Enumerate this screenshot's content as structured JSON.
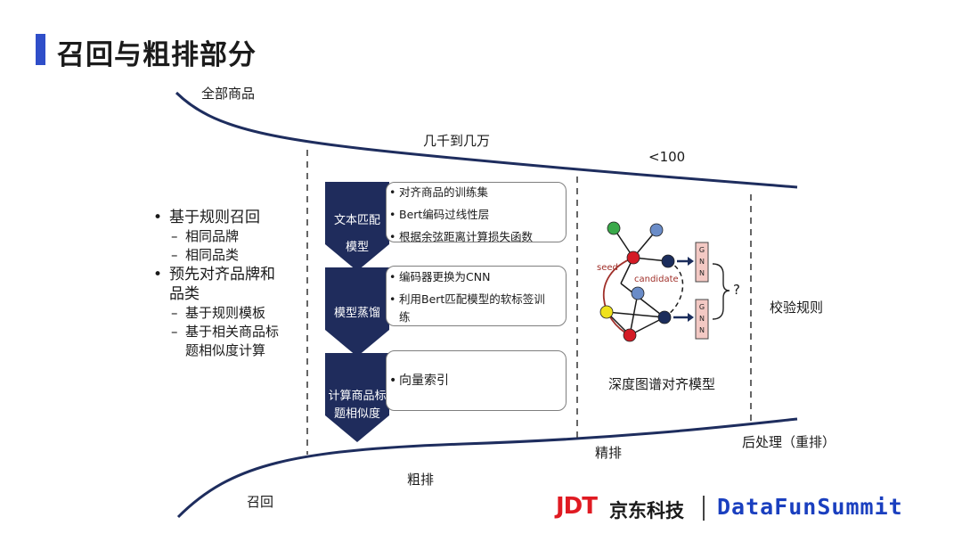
{
  "title": "召回与粗排部分",
  "funnel_labels": {
    "all_goods": "全部商品",
    "thousands": "几千到几万",
    "under100": "<100",
    "recall": "召回",
    "coarse": "粗排",
    "fine": "精排",
    "post": "后处理（重排）"
  },
  "left_list": {
    "item1": "基于规则召回",
    "item1_sub1": "相同品牌",
    "item1_sub2": "相同品类",
    "item2_line1": "预先对齐品牌和",
    "item2_line2": "品类",
    "item2_sub1": "基于规则模板",
    "item2_sub2_line1": "基于相关商品标",
    "item2_sub2_line2": "题相似度计算"
  },
  "arrows": [
    {
      "line1": "文本匹配",
      "line2": "模型"
    },
    {
      "line1": "模型蒸馏",
      "line2": ""
    },
    {
      "line1": "计算商品标",
      "line2": "题相似度"
    }
  ],
  "boxes": {
    "box1": [
      "对齐商品的训练集",
      "Bert编码过线性层",
      "根据余弦距离计算损失函数"
    ],
    "box2_item1": "编码器更换为CNN",
    "box2_item2_line1": "利用Bert匹配模型的软标签训",
    "box2_item2_line2": "练",
    "box3": [
      "向量索引"
    ]
  },
  "graph": {
    "seed_label": "seed",
    "candidate_label": "candidate",
    "gnn_label": "GNN",
    "question": "?",
    "caption": "深度图谱对齐模型"
  },
  "verify_rule": "校验规则",
  "branding": {
    "logo": "JDT",
    "cn_name": "京东科技",
    "summit": "DataFunSummit"
  },
  "colors": {
    "accent_blue": "#2f4ec9",
    "navy": "#1f2c5c",
    "funnel_line": "#1e2d5e",
    "brand_red": "#e01a22"
  }
}
